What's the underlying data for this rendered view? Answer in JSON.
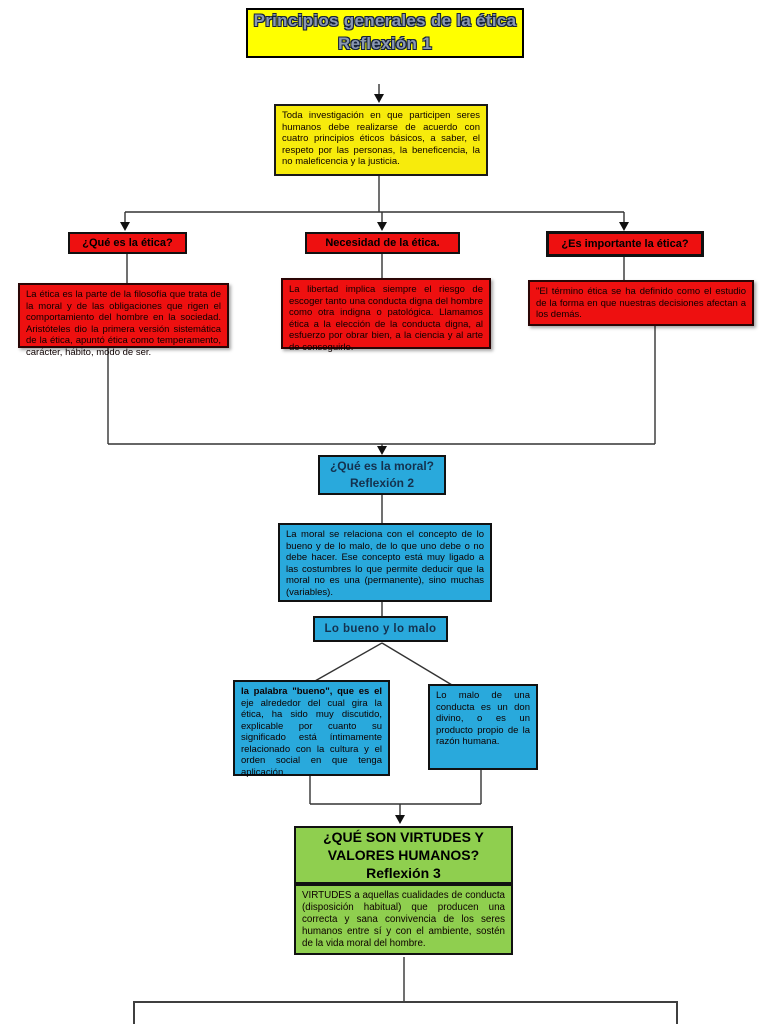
{
  "colors": {
    "yellow_bright": "#FFFF00",
    "yellow": "#F7EB0C",
    "red": "#EE1010",
    "blue": "#29A9DC",
    "green": "#8FCF4F"
  },
  "title_box": {
    "line1": "Principios generales de la ética",
    "line2": "Reflexión 1"
  },
  "intro_box": {
    "text": "Toda investigación en que participen seres humanos debe realizarse de acuerdo con cuatro principios éticos básicos, a saber, el respeto por las personas, la beneficencia, la no maleficencia y la justicia."
  },
  "ethics_branches": {
    "left": {
      "header": "¿Qué es la ética?",
      "body": "La ética es la parte de la filosofía que trata de la moral y de las obligaciones que rigen el comportamiento del hombre en la sociedad. Aristóteles dio la primera versión sistemática de la ética, apuntó ética como temperamento, carácter, hábito, modo de ser."
    },
    "middle": {
      "header": "Necesidad de la ética.",
      "body": "La libertad implica siempre el riesgo de escoger tanto una conducta digna del hombre como otra indigna o patológica. Llamamos ética a la elección de la conducta digna, al esfuerzo por obrar bien, a la ciencia y al arte de conseguirlo."
    },
    "right": {
      "header": "¿Es importante la ética?",
      "body": "\"El término ética se ha definido como el estudio de la forma en que nuestras decisiones afectan a los demás."
    }
  },
  "moral_section": {
    "header_line1": "¿Qué es la moral?",
    "header_line2": "Reflexión 2",
    "body": "La moral se relaciona con el concepto de lo bueno y de lo malo, de lo que uno debe o no debe hacer. Ese concepto está muy ligado a las costumbres lo que permite deducir que la moral no es una (permanente), sino muchas (variables).",
    "subheader": "Lo bueno y lo malo",
    "good_box": {
      "bold_lead": "la palabra \"bueno\", que es el",
      "rest": " eje alrededor del cual gira la ética, ha sido muy discutido, explicable por cuanto su significado está íntimamente relacionado con la cultura y el orden social en que tenga aplicación."
    },
    "bad_box": {
      "text": "Lo malo de una conducta es un don divino, o es un producto propio de la razón humana."
    }
  },
  "virtues_section": {
    "header": "¿QUÉ SON VIRTUDES Y VALORES HUMANOS?",
    "subtitle": "Reflexión 3",
    "body": "VIRTUDES a aquellas cualidades de conducta (disposición habitual) que producen una correcta y sana convivencia de los seres humanos entre sí y con el ambiente, sostén de la vida moral del hombre."
  }
}
